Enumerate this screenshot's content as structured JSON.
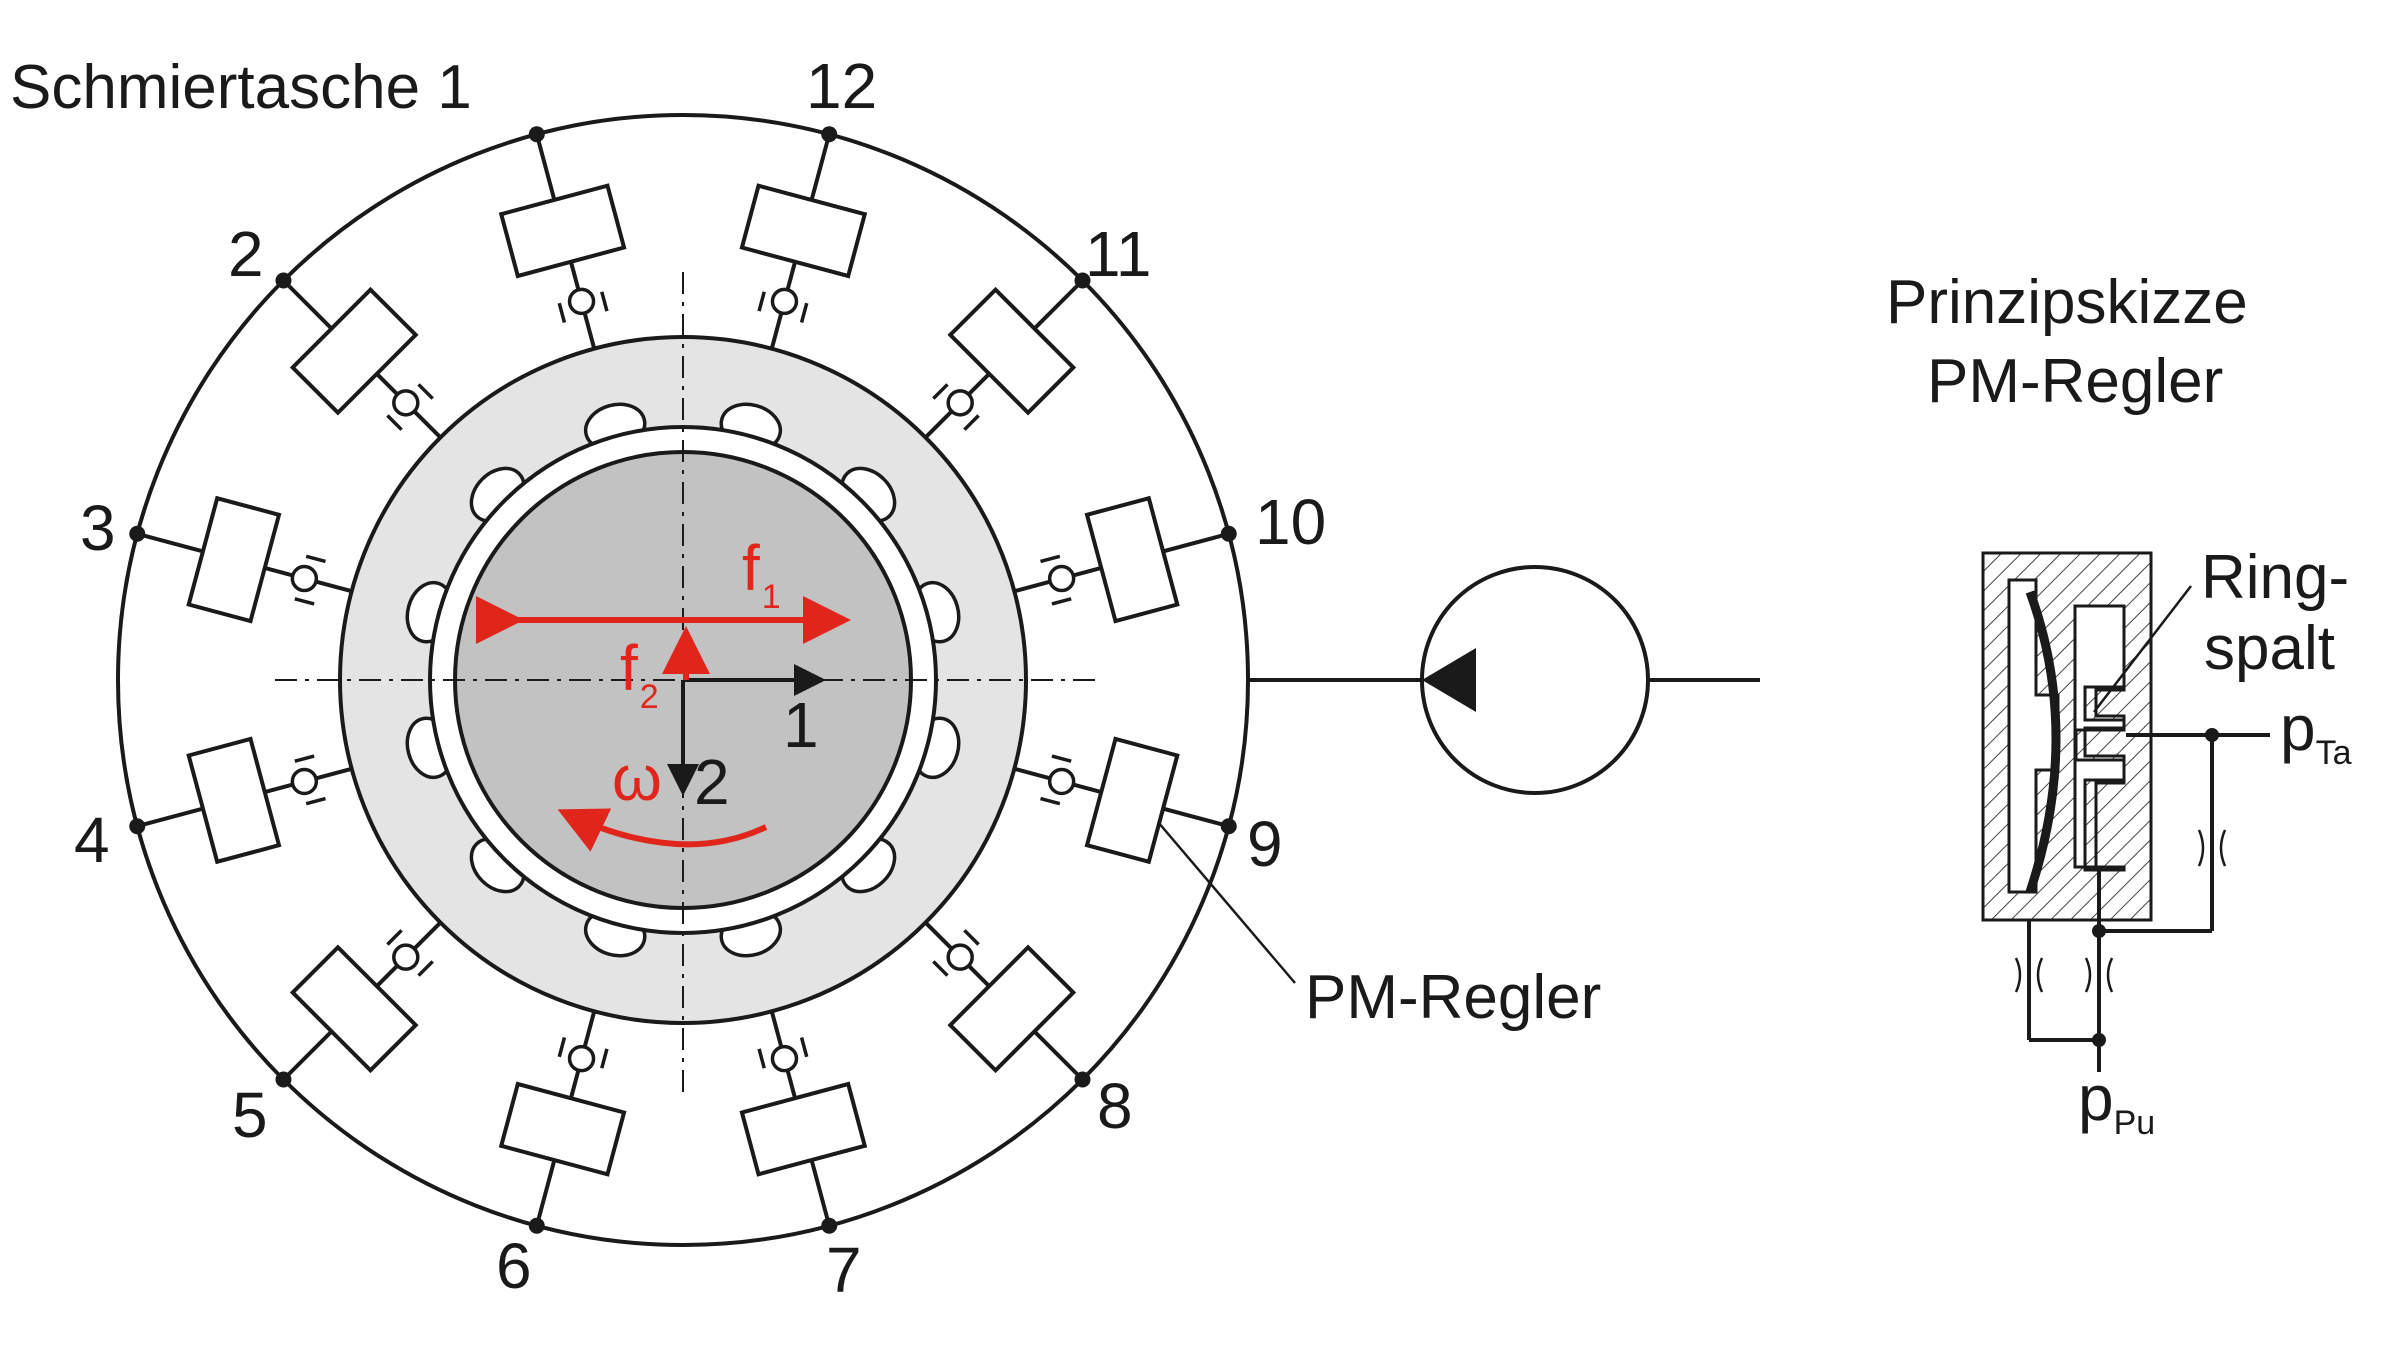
{
  "labels": {
    "pocket": "Schmiertasche 1",
    "regulator": "PM-Regler",
    "sketch_title_1": "Prinzipskizze",
    "sketch_title_2": "PM-Regler",
    "ring_1": "Ring-",
    "ring_2": "spalt",
    "p_ta": "p",
    "p_ta_sub": "Ta",
    "p_pu": "p",
    "p_pu_sub": "Pu",
    "axis_1": "1",
    "axis_2": "2",
    "f1": "f",
    "f1_sub": "1",
    "f2": "f",
    "f2_sub": "2",
    "omega": "ω"
  },
  "pockets": [
    "12",
    "2",
    "11",
    "3",
    "10",
    "4",
    "9",
    "5",
    "8",
    "6",
    "7"
  ],
  "colors": {
    "line": "#1a1a1a",
    "bearing_ring": "#e4e4e4",
    "shaft": "#c2c2c2",
    "force": "#e0261b"
  }
}
